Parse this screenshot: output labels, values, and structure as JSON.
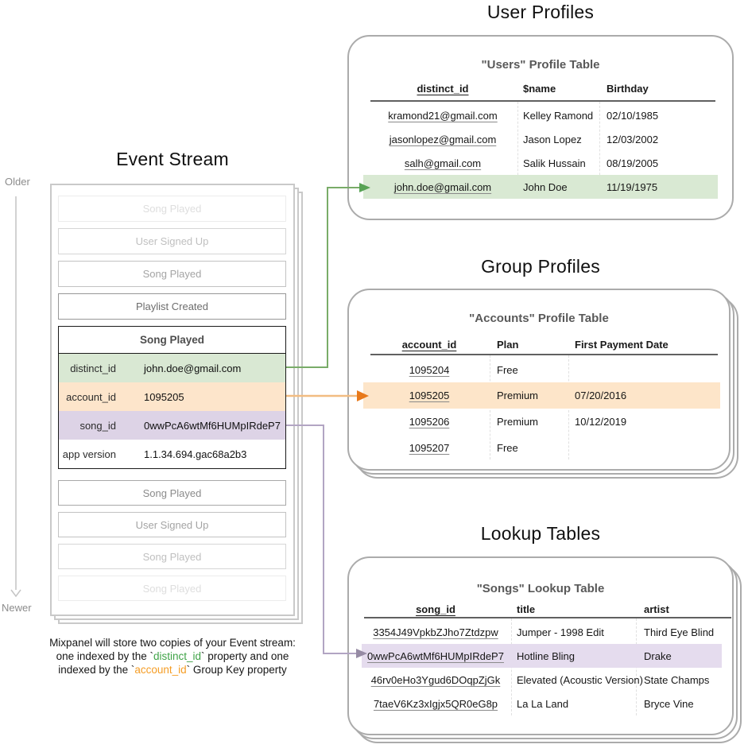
{
  "colors": {
    "row_green": "#d9e8d3",
    "row_orange": "#fde5cb",
    "row_purple": "#ddd3e6",
    "highlight_green": "#d9e9d3",
    "highlight_orange": "#fde5c9",
    "highlight_purple": "#e5dcee",
    "connector_green": "#6fa95e",
    "connector_orange": "#e8821c",
    "connector_purple": "#a99dbb",
    "caption_green": "#3fa347",
    "caption_orange": "#f59d25"
  },
  "event_stream": {
    "title": "Event Stream",
    "older_label": "Older",
    "newer_label": "Newer",
    "events_before": [
      "Song Played",
      "User Signed Up",
      "Song Played",
      "Playlist Created"
    ],
    "selected_event": {
      "name": "Song Played",
      "properties": [
        {
          "key": "distinct_id",
          "value": "john.doe@gmail.com",
          "highlight": "green"
        },
        {
          "key": "account_id",
          "value": "1095205",
          "highlight": "orange"
        },
        {
          "key": "song_id",
          "value": "0wwPcA6wtMf6HUMpIRdeP7",
          "highlight": "purple"
        },
        {
          "key": "app version",
          "value": "1.1.34.694.gac68a2b3",
          "highlight": "none"
        }
      ]
    },
    "events_after": [
      "Song Played",
      "User Signed Up",
      "Song Played",
      "Song Played"
    ],
    "caption": {
      "line1": "Mixpanel will store two copies of your Event stream:",
      "line2_pre": "one indexed by the `",
      "line2_code": "distinct_id",
      "line2_post": "` property and one",
      "line3_pre": "indexed by the `",
      "line3_code": "account_id",
      "line3_post": "` Group Key property"
    }
  },
  "user_profiles": {
    "section_title": "User Profiles",
    "table_title": "\"Users\" Profile Table",
    "columns": [
      "distinct_id",
      "$name",
      "Birthday"
    ],
    "rows": [
      {
        "id": "kramond21@gmail.com",
        "name": "Kelley Ramond",
        "birthday": "02/10/1985",
        "highlighted": false
      },
      {
        "id": "jasonlopez@gmail.com",
        "name": "Jason Lopez",
        "birthday": "12/03/2002",
        "highlighted": false
      },
      {
        "id": "salh@gmail.com",
        "name": "Salik Hussain",
        "birthday": "08/19/2005",
        "highlighted": false
      },
      {
        "id": "john.doe@gmail.com",
        "name": "John Doe",
        "birthday": "11/19/1975",
        "highlighted": true
      }
    ]
  },
  "group_profiles": {
    "section_title": "Group Profiles",
    "table_title": "\"Accounts\" Profile Table",
    "columns": [
      "account_id",
      "Plan",
      "First Payment Date"
    ],
    "rows": [
      {
        "id": "1095204",
        "plan": "Free",
        "first_payment_date": "",
        "highlighted": false
      },
      {
        "id": "1095205",
        "plan": "Premium",
        "first_payment_date": "07/20/2016",
        "highlighted": true
      },
      {
        "id": "1095206",
        "plan": "Premium",
        "first_payment_date": "10/12/2019",
        "highlighted": false
      },
      {
        "id": "1095207",
        "plan": "Free",
        "first_payment_date": "",
        "highlighted": false
      }
    ]
  },
  "lookup_tables": {
    "section_title": "Lookup Tables",
    "table_title": "\"Songs\" Lookup Table",
    "columns": [
      "song_id",
      "title",
      "artist"
    ],
    "rows": [
      {
        "id": "3354J49VpkbZJho7Ztdzpw",
        "title": "Jumper - 1998 Edit",
        "artist": "Third Eye Blind",
        "highlighted": false
      },
      {
        "id": "0wwPcA6wtMf6HUMpIRdeP7",
        "title": "Hotline Bling",
        "artist": "Drake",
        "highlighted": true
      },
      {
        "id": "46rv0eHo3Ygud6DOqpZjGk",
        "title": "Elevated (Acoustic Version)",
        "artist": "State Champs",
        "highlighted": false
      },
      {
        "id": "7taeV6Kz3xIgjx5QR0eG8p",
        "title": "La La Land",
        "artist": "Bryce Vine",
        "highlighted": false
      }
    ]
  }
}
